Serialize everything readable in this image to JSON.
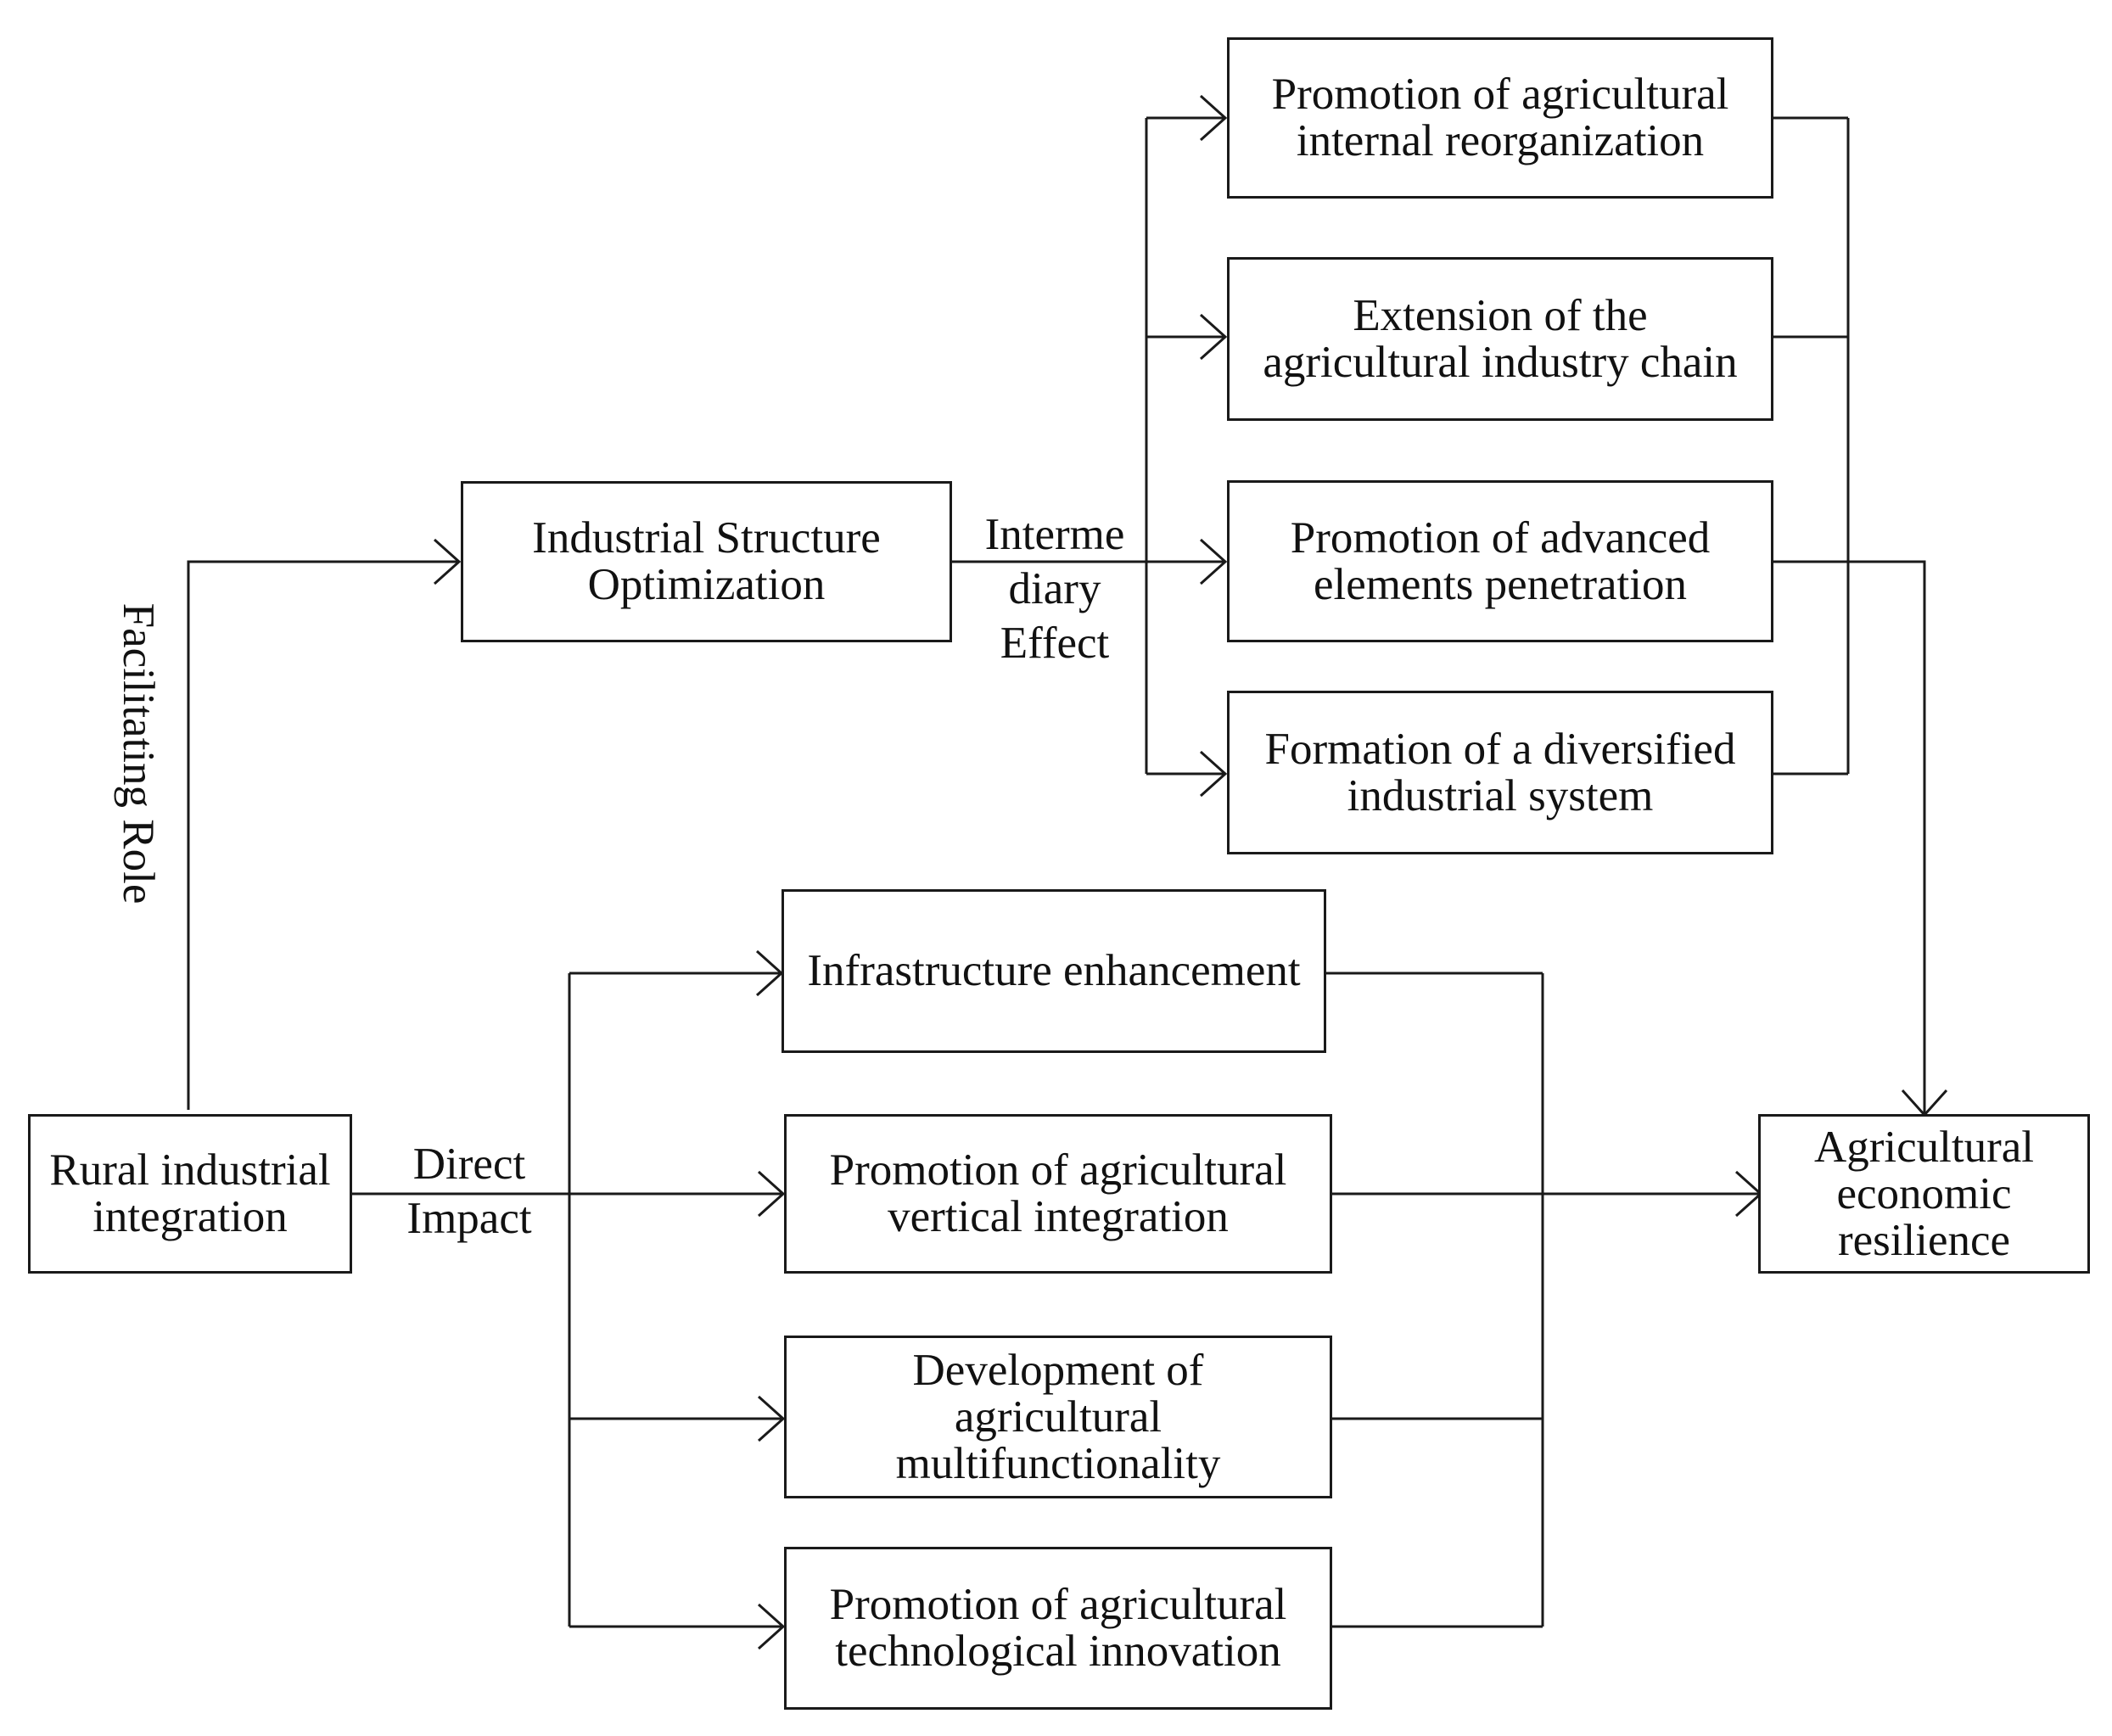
{
  "colors": {
    "stroke": "#1a1a1a",
    "text": "#111111",
    "background": "#ffffff"
  },
  "nodes": {
    "rural": "Rural industrial\nintegration",
    "iso": "Industrial Structure\nOptimization",
    "reorg": "Promotion of agricultural\ninternal reorganization",
    "chain": "Extension of the\nagricultural industry chain",
    "penetration": "Promotion of advanced\nelements penetration",
    "diversified": "Formation of a diversified\nindustrial system",
    "infra": "Infrastructure enhancement",
    "vertical": "Promotion of agricultural\nvertical integration",
    "multifunc": "Development of\nagricultural\nmultifunctionality",
    "tech": "Promotion of agricultural\ntechnological innovation",
    "resilience": "Agricultural\neconomic\nresilience"
  },
  "edge_labels": {
    "facilitating": "Facilitating Role",
    "intermediary": "Interme\ndiary\nEffect",
    "direct": "Direct\nImpact"
  }
}
